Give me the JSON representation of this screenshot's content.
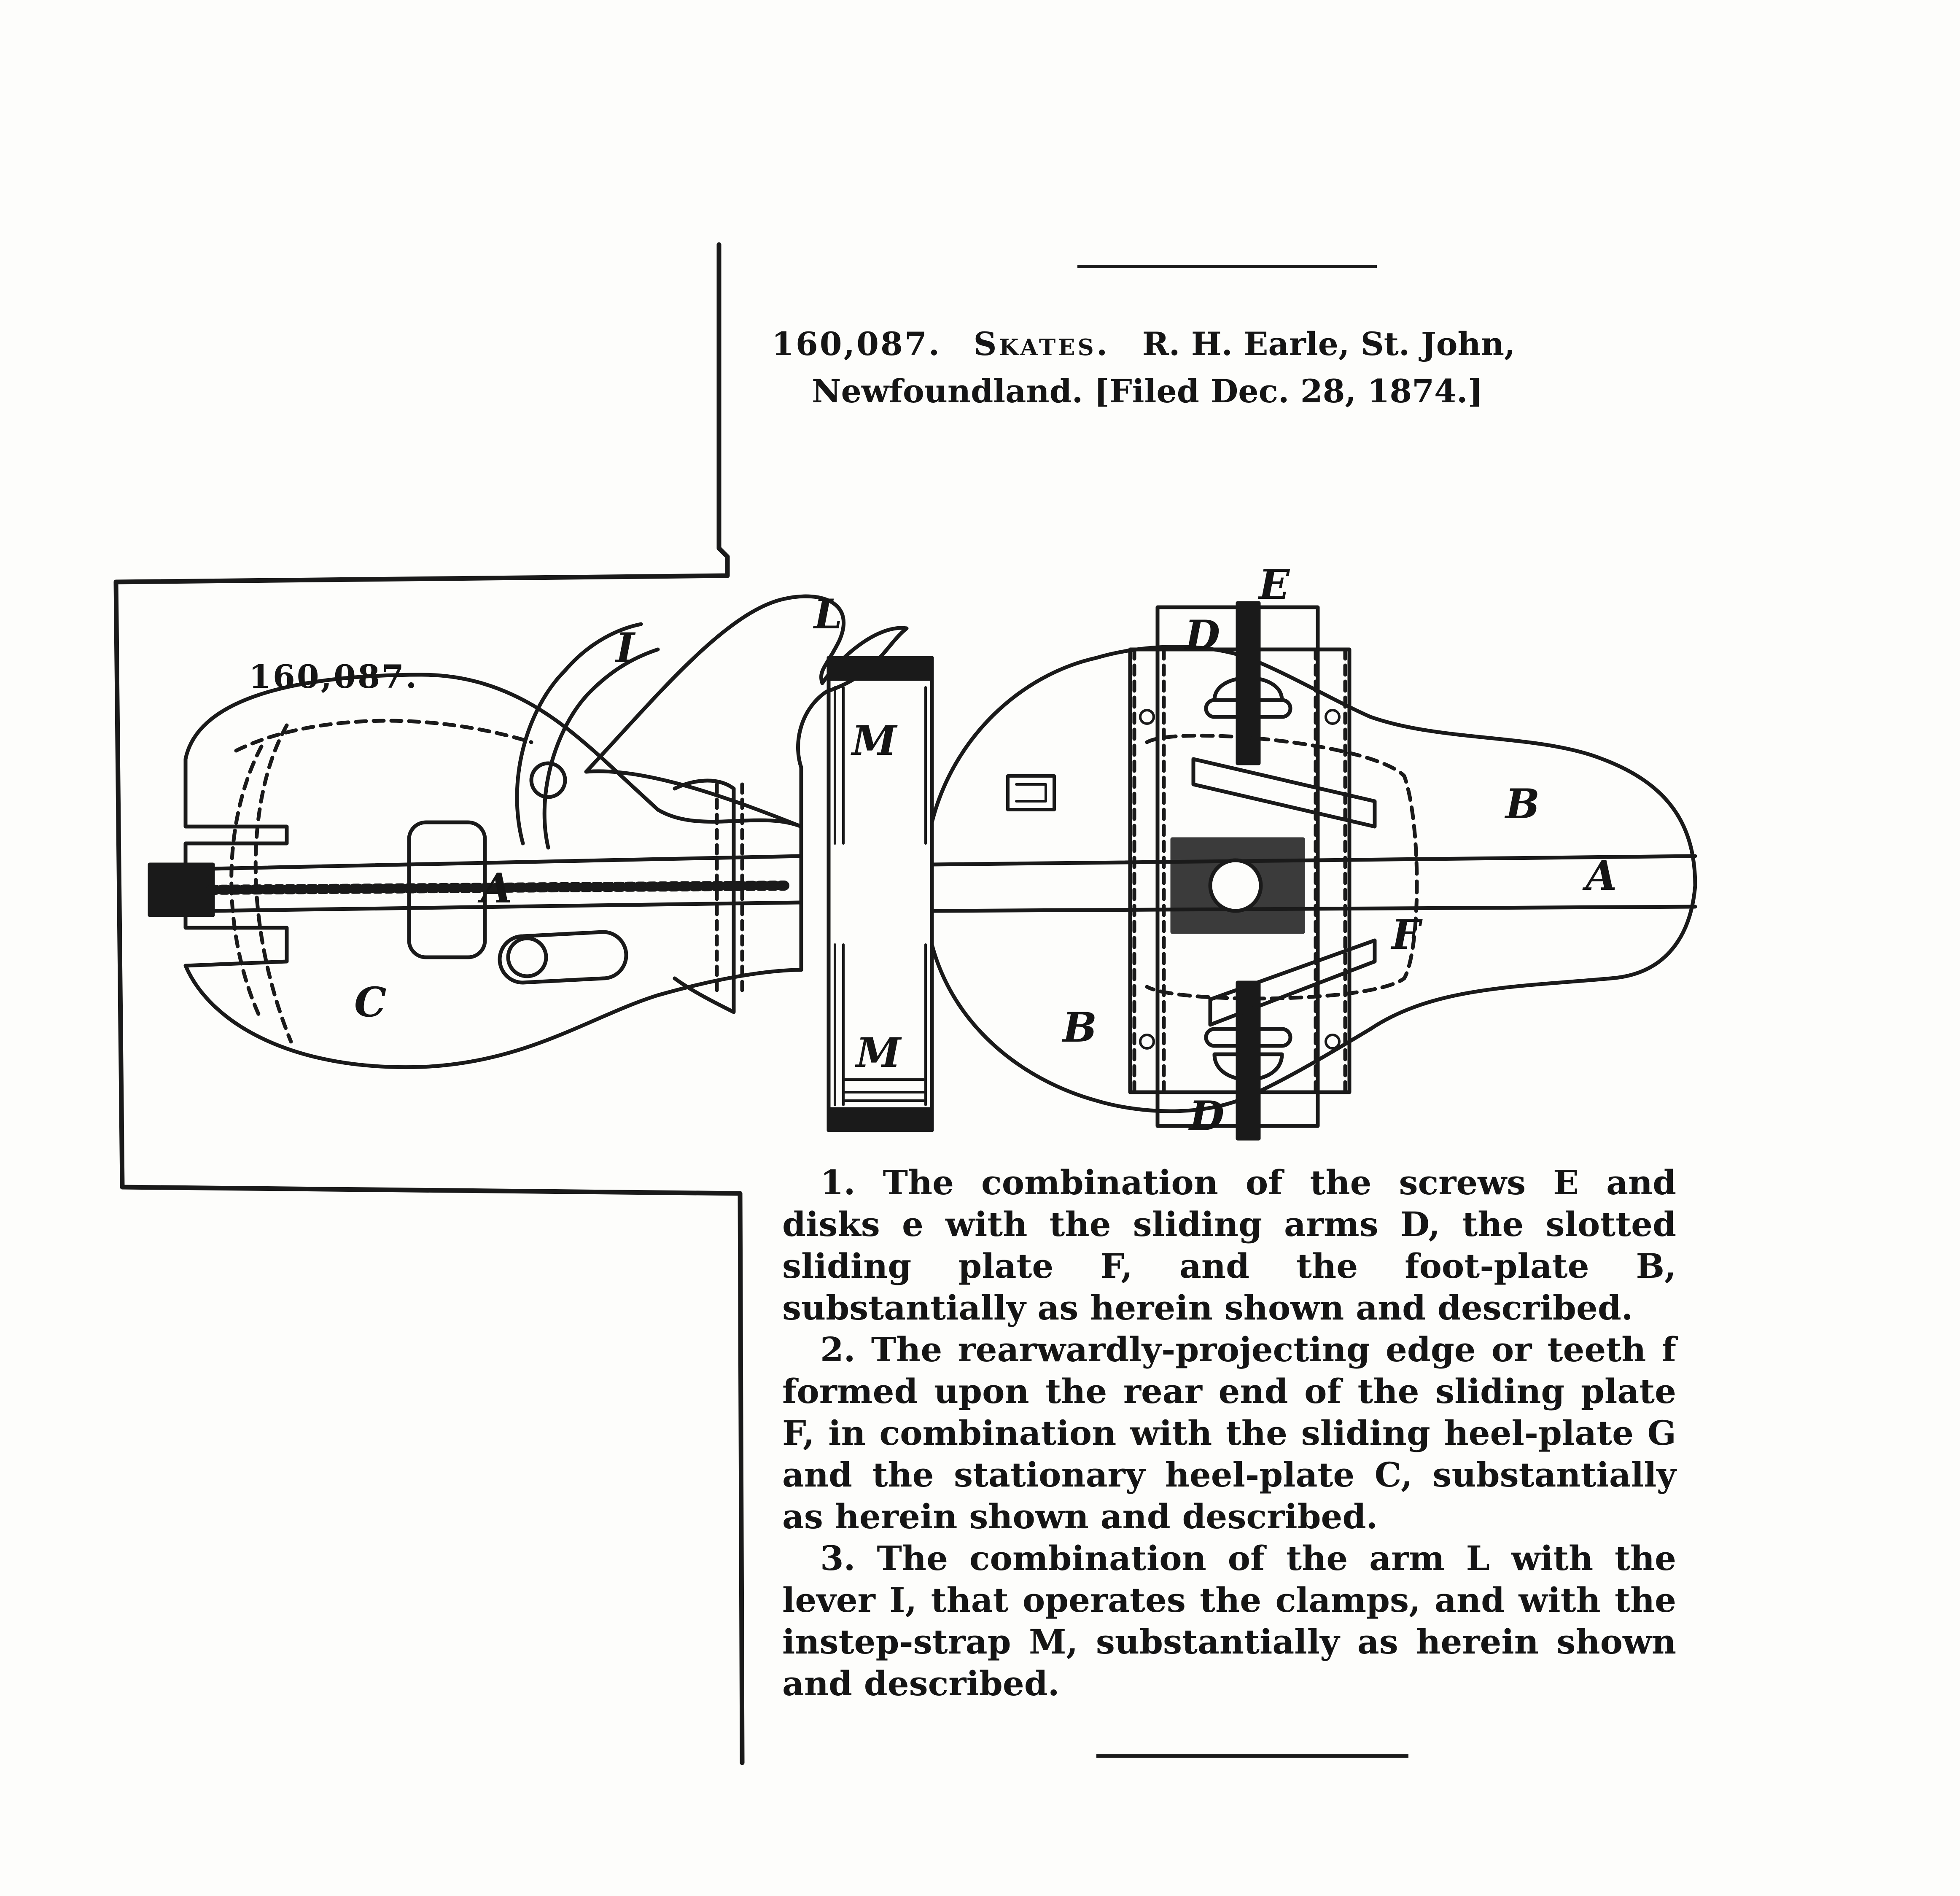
{
  "header": {
    "patent_number": "160,087.",
    "subject": "Skates.",
    "inventor": "R. H. Earle, St. John,",
    "location": "Newfoundland.",
    "filed": "[Filed Dec. 28, 1874.]"
  },
  "figure": {
    "label": "160,087.",
    "letters": {
      "A": "A",
      "A2": "A",
      "B1": "B",
      "B2": "B",
      "C": "C",
      "D1": "D",
      "D2": "D",
      "E": "E",
      "F": "F",
      "L": "L",
      "M1": "M",
      "M2": "M",
      "I": "I"
    }
  },
  "claims": [
    "1. The combination of the screws E and disks e with the sliding arms D, the slotted sliding plate F, and the foot-plate B, substantially as herein shown and described.",
    "2. The rearwardly-projecting edge or teeth f formed upon the rear end of the sliding plate F, in combination with the sliding heel-plate G and the stationary heel-plate C, substantially as herein shown and described.",
    "3. The combination of the arm L with the lever I, that operates the clamps, and with the instep-strap M, substantially as herein shown and described."
  ]
}
